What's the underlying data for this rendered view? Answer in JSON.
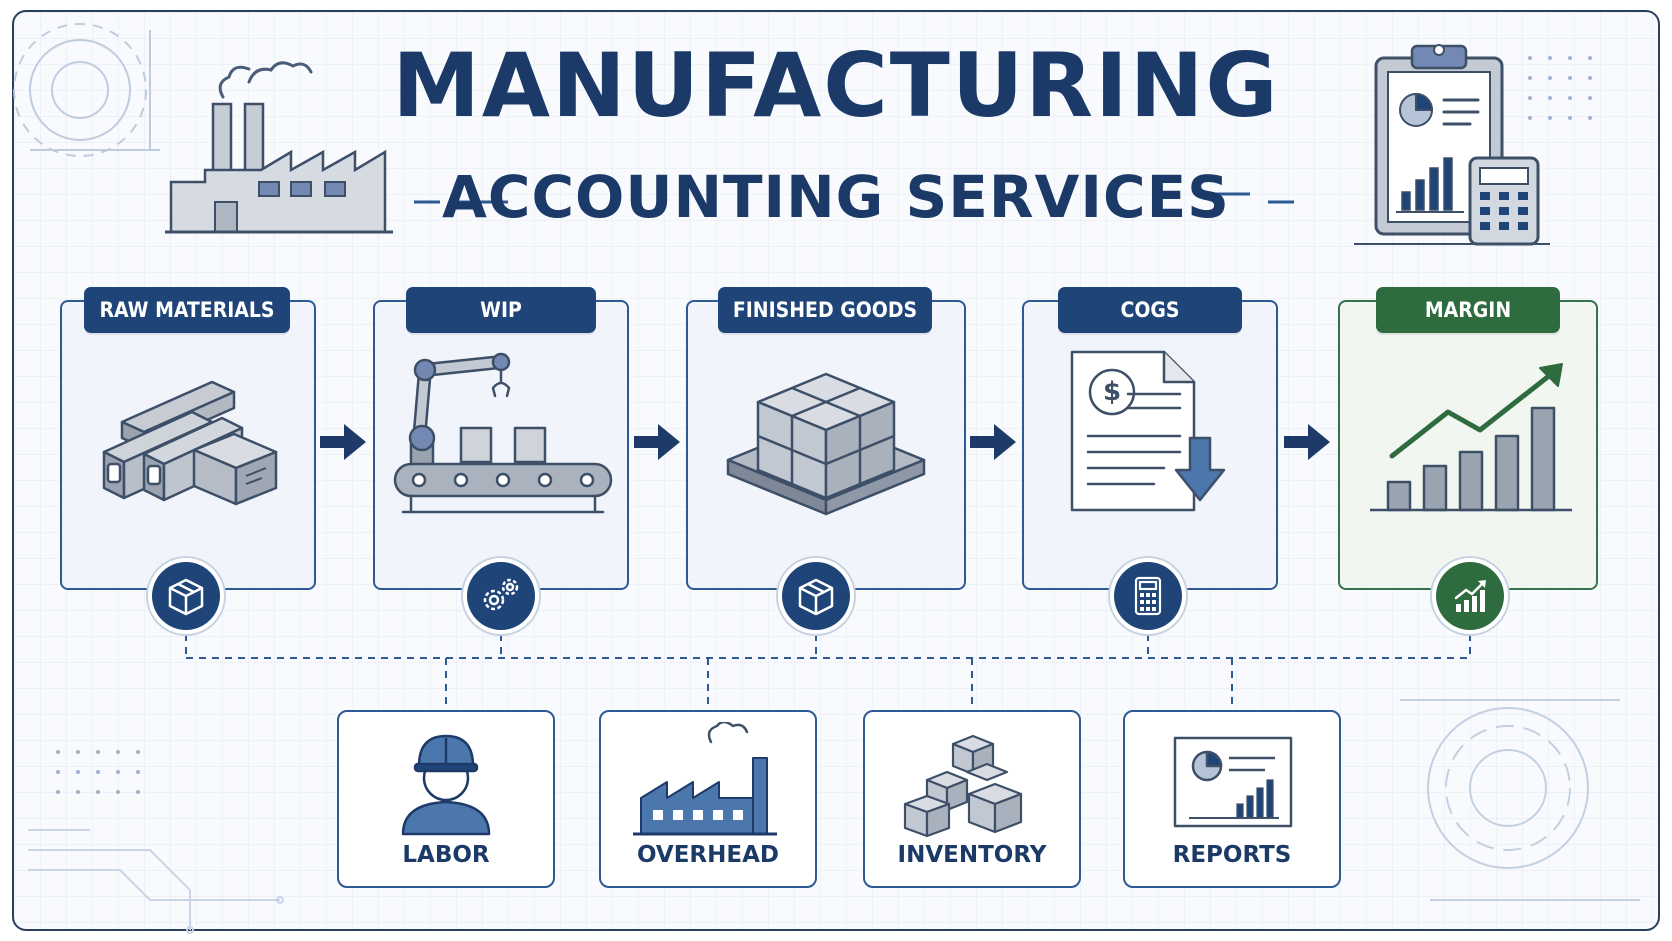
{
  "title": {
    "main": "MANUFACTURING",
    "sub": "ACCOUNTING SERVICES"
  },
  "colors": {
    "navy": "#1e4478",
    "green": "#2e6b3f",
    "icon_fill": "#7389b3",
    "metal": "#b5bcc6",
    "line": "#2d5a94"
  },
  "flow": [
    {
      "label": "RAW MATERIALS",
      "icon": "steel-beams-and-box",
      "badge_icon": "box-icon"
    },
    {
      "label": "WIP",
      "icon": "robot-arm-conveyor",
      "badge_icon": "gears-icon"
    },
    {
      "label": "FINISHED GOODS",
      "icon": "boxes-on-pallet",
      "badge_icon": "box-icon"
    },
    {
      "label": "COGS",
      "icon": "invoice-down-arrow",
      "badge_icon": "calculator-icon"
    },
    {
      "label": "MARGIN",
      "icon": "growth-bar-chart",
      "badge_icon": "growth-chart-icon"
    }
  ],
  "cost_elements": [
    {
      "label": "LABOR",
      "icon": "worker-hardhat-icon"
    },
    {
      "label": "OVERHEAD",
      "icon": "factory-icon"
    },
    {
      "label": "INVENTORY",
      "icon": "stacked-boxes-icon"
    },
    {
      "label": "REPORTS",
      "icon": "report-monitor-icon"
    }
  ]
}
